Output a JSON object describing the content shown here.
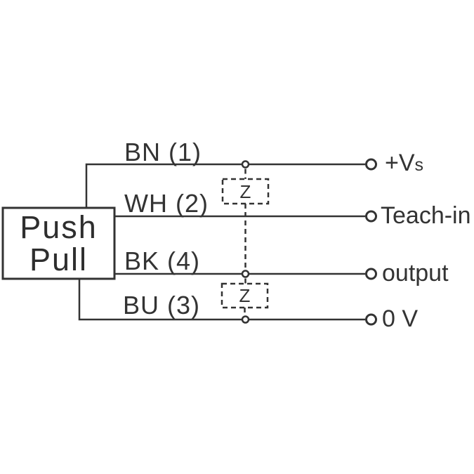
{
  "colors": {
    "line": "#333333",
    "text": "#333333",
    "background": "#ffffff"
  },
  "device": {
    "label_line1": "Push",
    "label_line2": "Pull"
  },
  "wires": [
    {
      "label": "BN (1)",
      "terminal": "+V",
      "terminal_sub": "s"
    },
    {
      "label": "WH (2)",
      "terminal": "Teach-in"
    },
    {
      "label": "BK (4)",
      "terminal": "output"
    },
    {
      "label": "BU (3)",
      "terminal": "0 V"
    }
  ],
  "protection": {
    "symbol": "Z"
  }
}
